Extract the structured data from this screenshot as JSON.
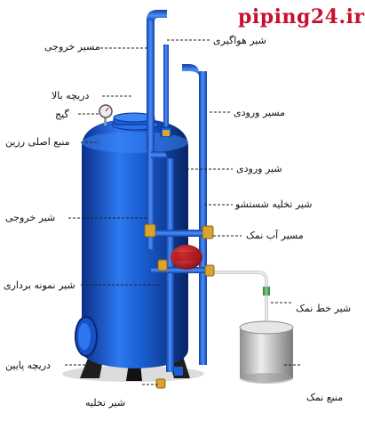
{
  "brand": "piping24.ir",
  "labels": {
    "outlet_path": "مسیر خروجی",
    "air_valve": "شیر هواگیری",
    "top_hatch": "دریچه بالا",
    "gauge": "گیج",
    "inlet_path": "مسیر ورودی",
    "resin_tank": "منبع اصلی رزین",
    "inlet_valve": "شیر ورودی",
    "backwash_drain_valve": "شیر تخلیه شستشو",
    "outlet_valve": "شیر خروجی",
    "brine_path": "مسیر آب نمک",
    "sampling_valve": "شیر نمونه برداری",
    "brine_line_valve": "شیر خط نمک",
    "bottom_hatch": "دریچه پایین",
    "drain_valve": "شیر تخلیه",
    "brine_tank": "منبع نمک"
  },
  "colors": {
    "tank_blue": "#1a5fd6",
    "pipe_blue": "#2a6ee8",
    "valve_red": "#c0121c",
    "brand_red": "#c8102e",
    "brine_silver": "#c9c9c9"
  }
}
